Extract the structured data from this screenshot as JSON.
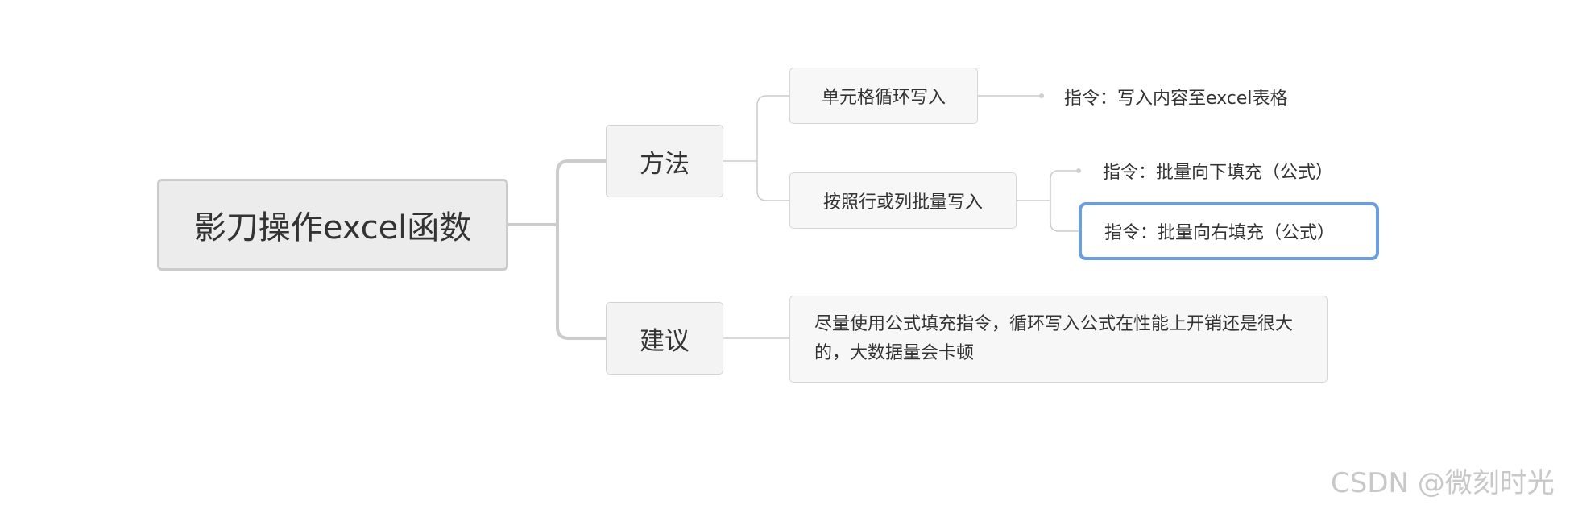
{
  "mindmap": {
    "root": "影刀操作excel函数",
    "methods": {
      "label": "方法",
      "cell_loop": {
        "label": "单元格循环写入",
        "instruction": "指令：写入内容至excel表格"
      },
      "batch": {
        "label": "按照行或列批量写入",
        "fill_down": "指令：批量向下填充（公式）",
        "fill_right": "指令：批量向右填充（公式）"
      }
    },
    "advice": {
      "label": "建议",
      "text": "尽量使用公式填充指令，循环写入公式在性能上开销还是很大的，大数据量会卡顿"
    }
  },
  "watermark": "CSDN @微刻时光",
  "colors": {
    "connector": "#cccccc",
    "selection_border": "#6b9ee0",
    "node_fill": "#f7f7f7",
    "root_fill": "#ececec"
  }
}
